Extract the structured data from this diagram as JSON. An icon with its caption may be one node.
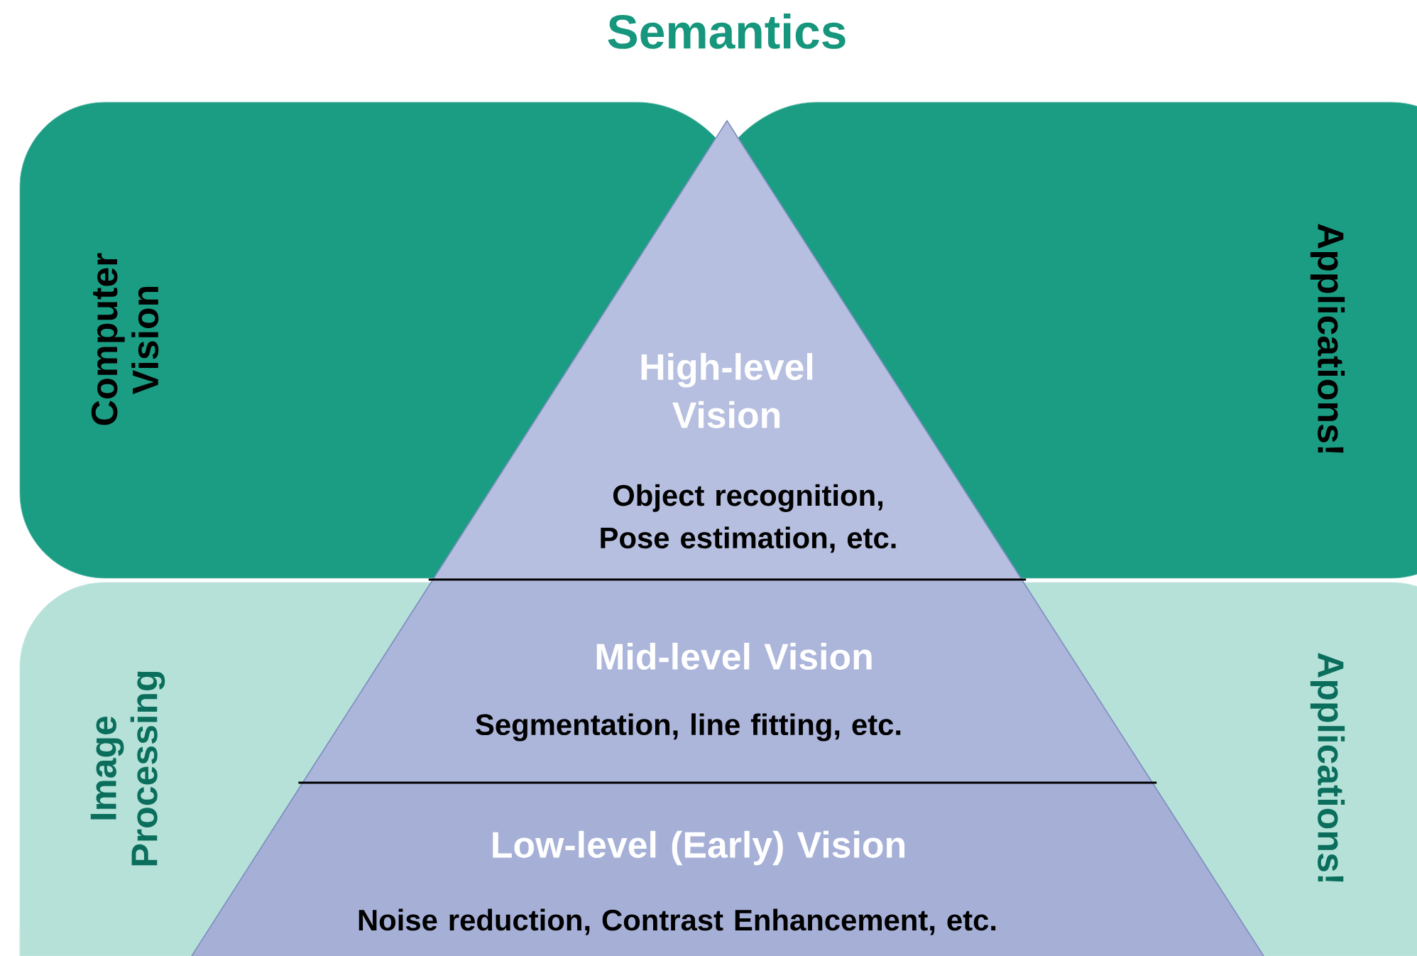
{
  "diagram": {
    "title": "Semantics",
    "nodes": [
      {
        "text": [
          "Computer Vision"
        ]
      },
      {
        "text": [
          "Applications!"
        ]
      },
      {
        "text": [
          "Image Processing"
        ]
      },
      {
        "text": [
          "Applications!"
        ]
      },
      {
        "text": [
          "High-level Vision",
          "Object recognition, Pose estimation, etc."
        ]
      },
      {
        "text": [
          "Mid-level Vision",
          "Segmentation, line fitting, etc."
        ]
      },
      {
        "text": [
          "Low-level (Early) Vision",
          "Noise reduction, Contrast Enhancement, etc."
        ]
      }
    ]
  }
}
